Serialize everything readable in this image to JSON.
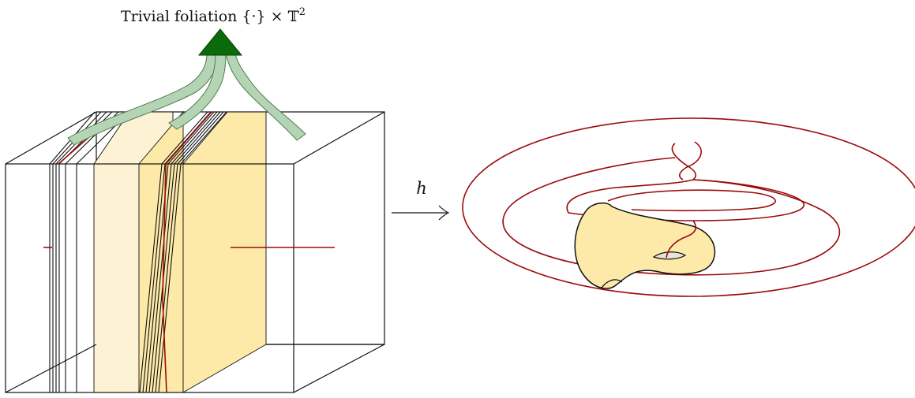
{
  "title": {
    "prefix": "Trivial foliation {·} × 𝕋",
    "superscript": "2"
  },
  "map_label": "h",
  "colors": {
    "leaf_fill_light": "#fdf3d4",
    "leaf_fill": "#fde9a8",
    "arrow_green": "#b5d4b5",
    "arrow_green_edge": "#4b7d4b",
    "arrow_head": "#0a6b0a",
    "knot_red": "#9b0a0a",
    "solid_torus_fill": "#fde9a8"
  }
}
